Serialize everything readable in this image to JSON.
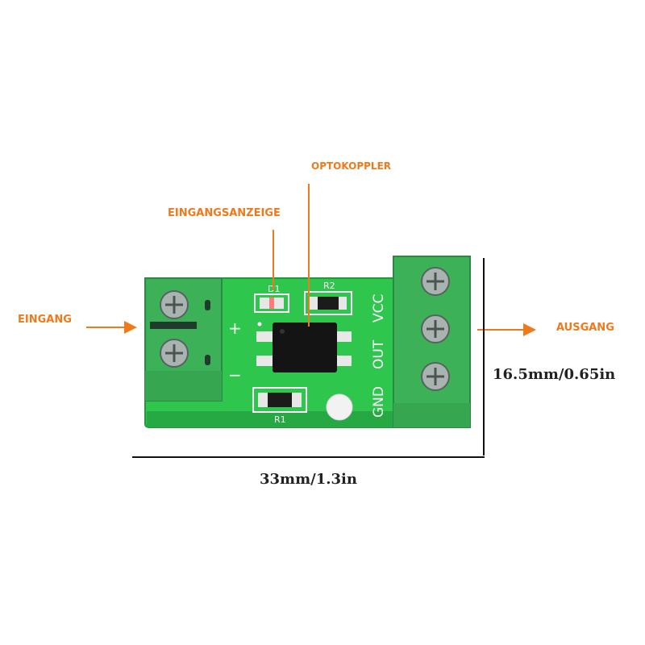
{
  "callouts": {
    "input": "EINGANG",
    "output": "AUSGANG",
    "indicator": "EINGANGSANZEIGE",
    "optocoupler": "OPTOKOPPLER"
  },
  "dimensions": {
    "height": "16.5mm/0.65in",
    "width": "33mm/1.3in"
  },
  "silkscreen": {
    "led": "D1",
    "resistor_top": "R2",
    "resistor_bottom": "R1",
    "vcc": "VCC",
    "out": "OUT",
    "gnd": "GND",
    "plus": "+",
    "minus": "−"
  },
  "colors": {
    "callout": "#ee7a1c",
    "board": "#2fc64e",
    "terminal": "#3cb158",
    "text_dark": "#222222"
  }
}
